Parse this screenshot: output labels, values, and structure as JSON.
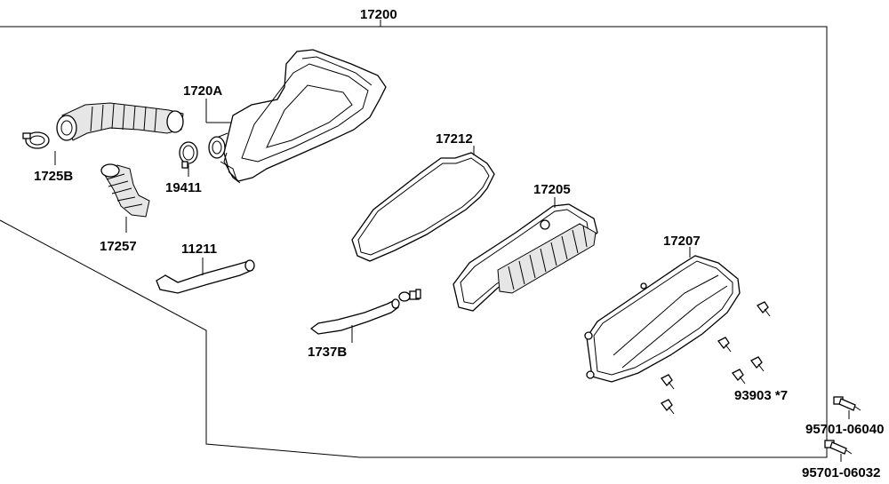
{
  "labels": {
    "p17200": "17200",
    "p1720A": "1720A",
    "p1725B": "1725B",
    "p19411": "19411",
    "p17257": "17257",
    "p11211": "11211",
    "p17212": "17212",
    "p17205": "17205",
    "p17207": "17207",
    "p1737B": "1737B",
    "p93903": "93903 *7",
    "p95701_06040": "95701-06040",
    "p95701_06032": "95701-06032"
  }
}
